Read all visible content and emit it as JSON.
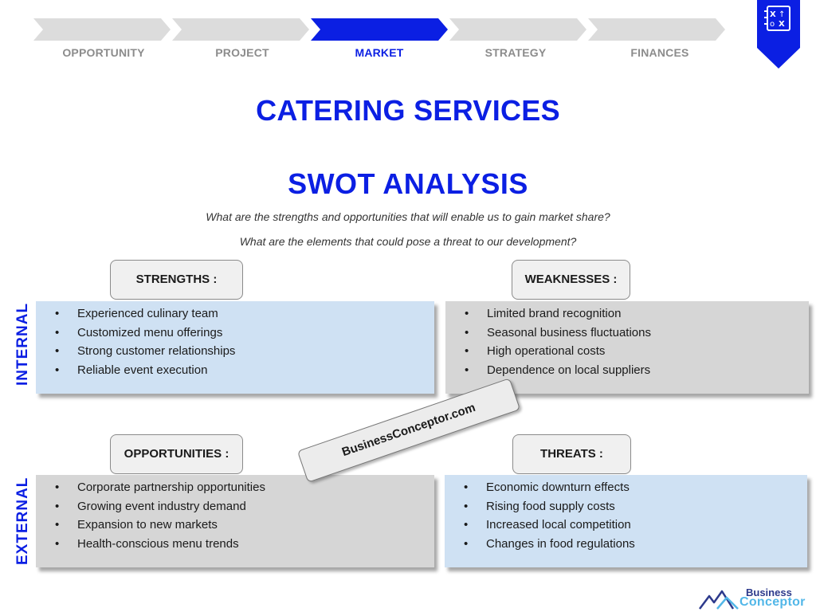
{
  "steps": [
    {
      "label": "OPPORTUNITY",
      "active": false
    },
    {
      "label": "PROJECT",
      "active": false
    },
    {
      "label": "MARKET",
      "active": true
    },
    {
      "label": "STRATEGY",
      "active": false
    },
    {
      "label": "FINANCES",
      "active": false
    }
  ],
  "colors": {
    "accent": "#0b1fe3",
    "chevron_inactive": "#dcdcdc",
    "box_blue": "#cfe1f3",
    "box_gray": "#d6d6d6"
  },
  "corner_icon": "strategy-board-icon",
  "title": "CATERING SERVICES",
  "subtitle": "SWOT ANALYSIS",
  "questions": [
    "What are the strengths and opportunities that will enable us to gain market share?",
    "What are the elements that could pose a threat to our development?"
  ],
  "side_labels": {
    "internal": "INTERNAL",
    "external": "EXTERNAL"
  },
  "swot": {
    "strengths": {
      "label": "STRENGTHS :",
      "items": [
        "Experienced culinary team",
        "Customized menu offerings",
        "Strong customer relationships",
        "Reliable event execution"
      ]
    },
    "weaknesses": {
      "label": "WEAKNESSES :",
      "items": [
        "Limited brand recognition",
        "Seasonal business fluctuations",
        "High operational costs",
        "Dependence on local suppliers"
      ]
    },
    "opportunities": {
      "label": "OPPORTUNITIES :",
      "items": [
        "Corporate partnership opportunities",
        "Growing event industry demand",
        "Expansion to new markets",
        "Health-conscious menu trends"
      ]
    },
    "threats": {
      "label": "THREATS :",
      "items": [
        "Economic downturn effects",
        "Rising food supply costs",
        "Increased local competition",
        "Changes in food regulations"
      ]
    }
  },
  "watermark": "BusinessConceptor.com",
  "logo": {
    "line1": "Business",
    "line2": "Conceptor"
  }
}
